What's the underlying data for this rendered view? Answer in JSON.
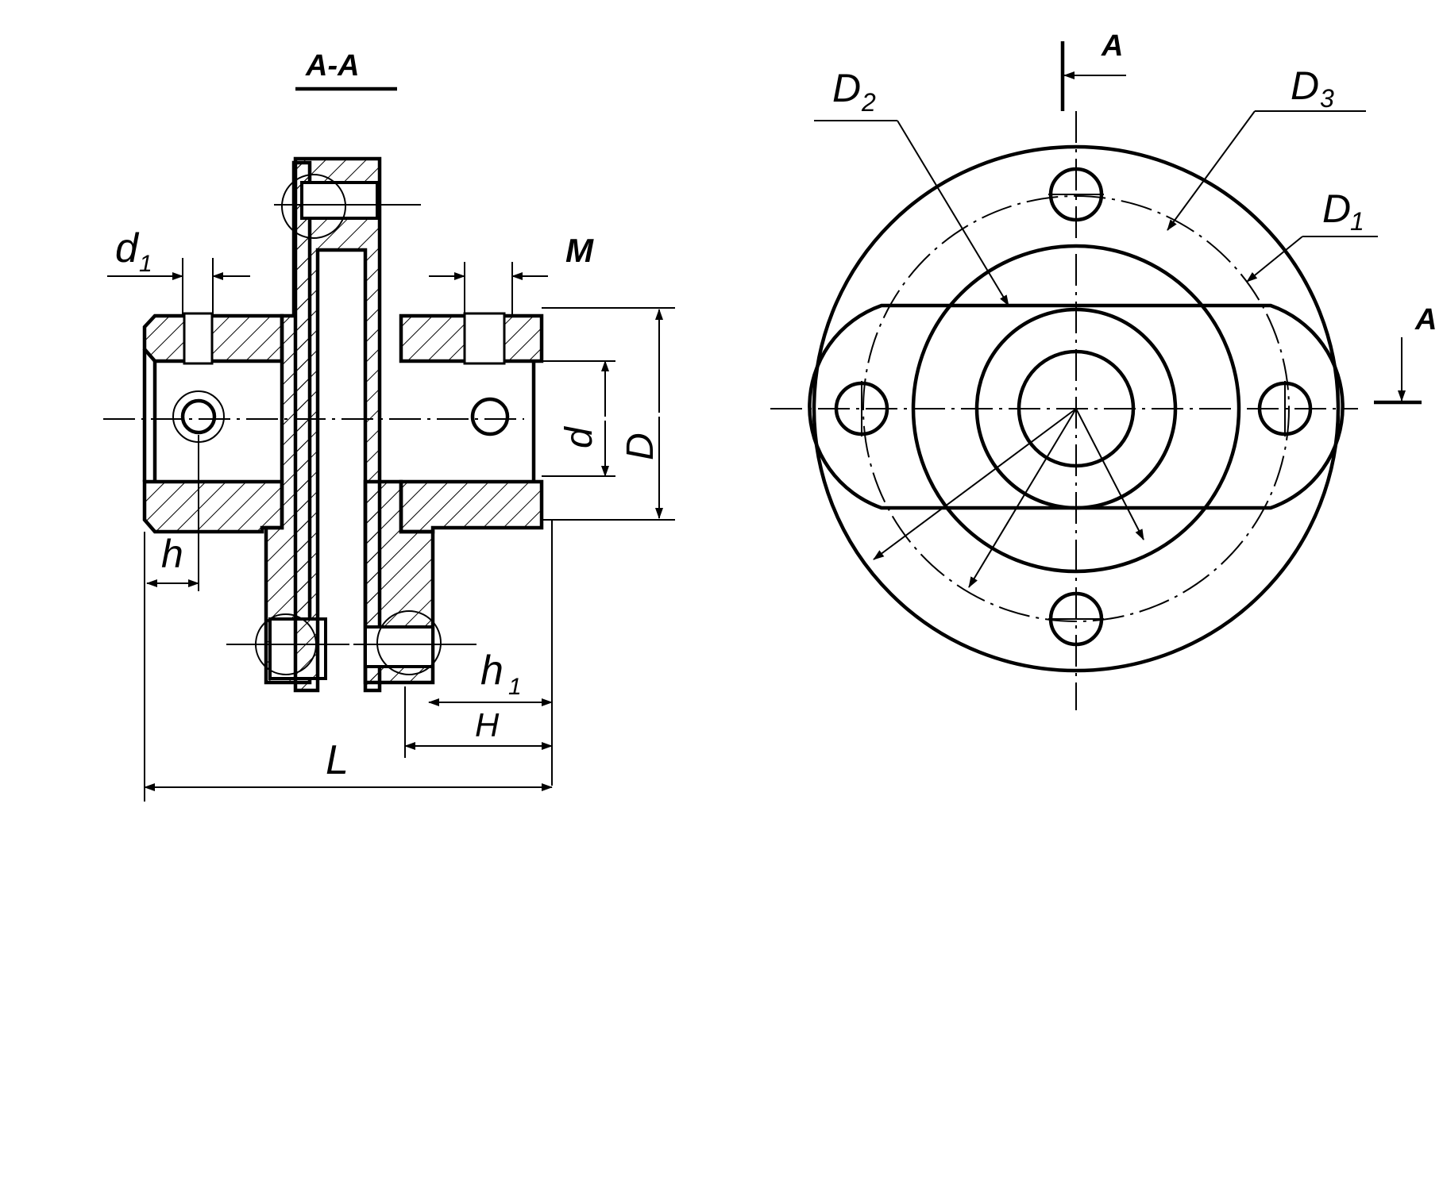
{
  "section_view": {
    "title": "A-A",
    "labels": {
      "d1": "d",
      "d1_sub": "1",
      "M": "M",
      "d": "d",
      "D": "D",
      "h": "h",
      "h1": "h",
      "h1_sub": "1",
      "H": "H",
      "L": "L"
    }
  },
  "front_view": {
    "labels": {
      "D1": "D",
      "D1_sub": "1",
      "D2": "D",
      "D2_sub": "2",
      "D3": "D",
      "D3_sub": "3",
      "A_top": "A",
      "A_right": "A"
    }
  }
}
